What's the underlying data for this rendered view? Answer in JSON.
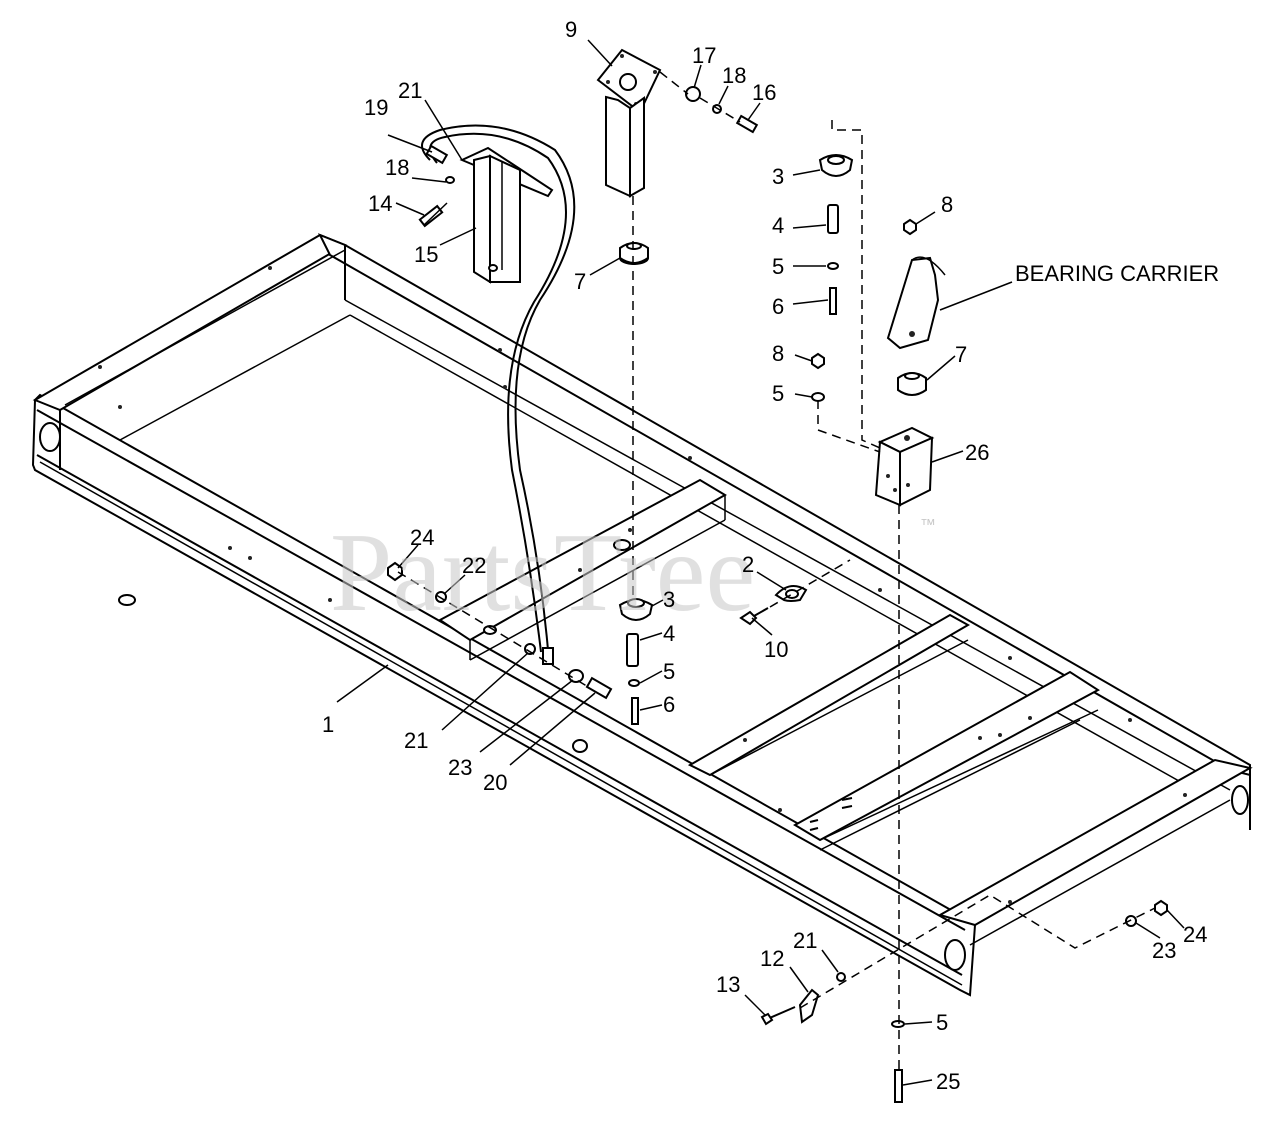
{
  "watermark": {
    "text": "PartsTree",
    "trademark": "™"
  },
  "labels": {
    "l1": "1",
    "l2": "2",
    "l3a": "3",
    "l3b": "3",
    "l4a": "4",
    "l4b": "4",
    "l5a": "5",
    "l5b": "5",
    "l5c": "5",
    "l5d": "5",
    "l6a": "6",
    "l6b": "6",
    "l7a": "7",
    "l7b": "7",
    "l8a": "8",
    "l8b": "8",
    "l9": "9",
    "l10": "10",
    "l12": "12",
    "l13": "13",
    "l14": "14",
    "l15": "15",
    "l16": "16",
    "l17": "17",
    "l18a": "18",
    "l18b": "18",
    "l19": "19",
    "l20": "20",
    "l21a": "21",
    "l21b": "21",
    "l21c": "21",
    "l22": "22",
    "l23a": "23",
    "l23b": "23",
    "l24a": "24",
    "l24b": "24",
    "l25": "25",
    "l26": "26",
    "bearing_carrier": "BEARING CARRIER"
  },
  "colors": {
    "line": "#000000",
    "background": "#ffffff",
    "watermark": "#c8c8c8"
  }
}
